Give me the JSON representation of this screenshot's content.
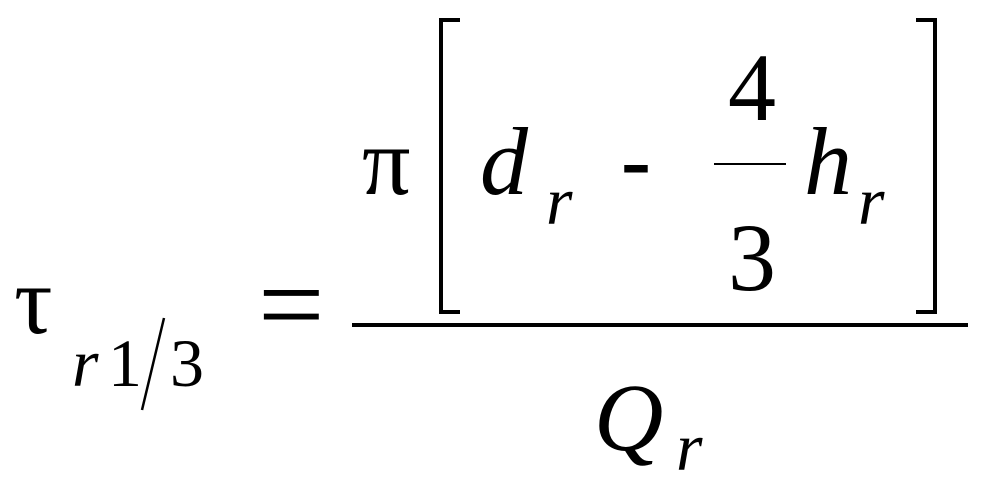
{
  "equation": {
    "lhs": {
      "symbol": "τ",
      "subscript_variable": "r",
      "subscript_numerator": "1",
      "subscript_denominator": "3"
    },
    "equals": "=",
    "numerator": {
      "pi": "π",
      "d": "d",
      "d_subscript": "r",
      "minus": "-",
      "coef_numerator": "4",
      "coef_denominator": "3",
      "h": "h",
      "h_subscript": "r"
    },
    "denominator": {
      "variable": "Q",
      "subscript": "r"
    }
  }
}
